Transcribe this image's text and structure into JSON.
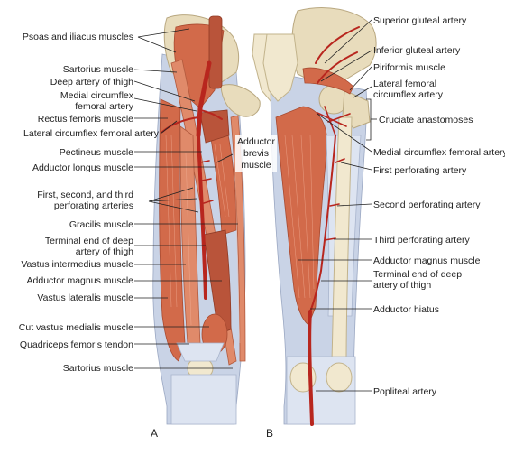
{
  "panels": {
    "a": "A",
    "b": "B"
  },
  "labels_left": {
    "psoas_iliacus": "Psoas and iliacus muscles",
    "sartorius_top": "Sartorius muscle",
    "deep_artery_line1": "Deep artery of thigh",
    "medial_circ_line1": "Medial circumflex",
    "medial_circ_line2": "femoral artery",
    "rectus_femoris": "Rectus femoris muscle",
    "lateral_circ": "Lateral circumflex femoral artery",
    "pectineus": "Pectineus muscle",
    "adductor_longus": "Adductor longus muscle",
    "perforating_line1": "First, second, and third",
    "perforating_line2": "perforating arteries",
    "gracilis": "Gracilis muscle",
    "terminal_line1": "Terminal end of deep",
    "terminal_line2": "artery of thigh",
    "vastus_intermedius": "Vastus intermedius muscle",
    "adductor_magnus": "Adductor magnus muscle",
    "vastus_lateralis": "Vastus lateralis muscle",
    "cut_vastus_medialis": "Cut vastus medialis muscle",
    "quadriceps_tendon": "Quadriceps femoris tendon",
    "sartorius_bottom": "Sartorius muscle"
  },
  "labels_center": {
    "adductor_brevis_line1": "Adductor",
    "adductor_brevis_line2": "brevis",
    "adductor_brevis_line3": "muscle"
  },
  "labels_right": {
    "superior_gluteal": "Superior gluteal artery",
    "inferior_gluteal": "Inferior gluteal artery",
    "piriformis": "Piriformis muscle",
    "lateral_fem_line1": "Lateral femoral",
    "lateral_fem_line2": "circumflex artery",
    "cruciate": "Cruciate anastomoses",
    "medial_circ_fem": "Medial circumflex femoral artery",
    "first_perf": "First perforating artery",
    "second_perf": "Second perforating artery",
    "third_perf": "Third perforating artery",
    "adductor_magnus": "Adductor magnus muscle",
    "terminal_line1": "Terminal end of deep",
    "terminal_line2": "artery of thigh",
    "adductor_hiatus": "Adductor hiatus",
    "popliteal": "Popliteal artery"
  }
}
